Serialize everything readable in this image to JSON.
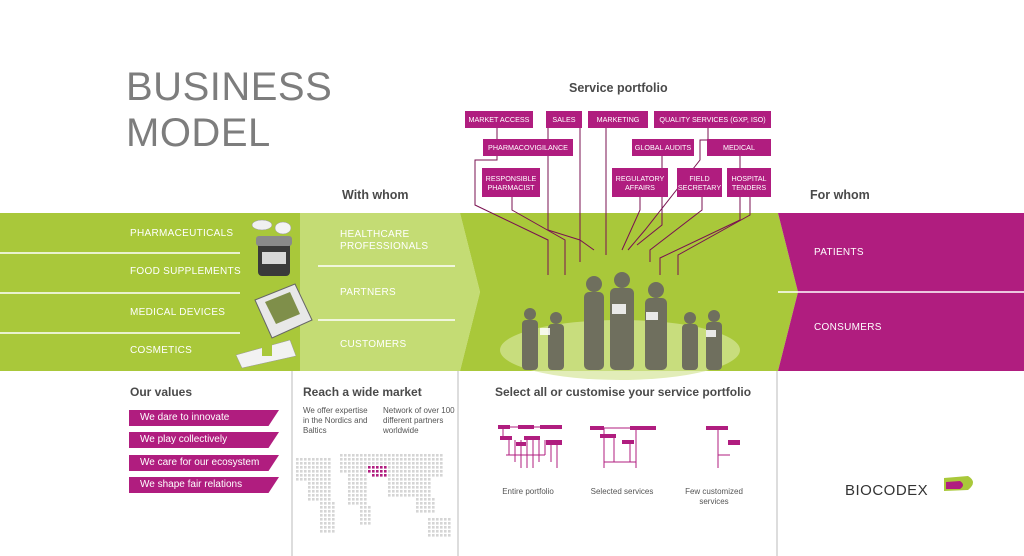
{
  "title": {
    "line1": "BUSINESS",
    "line2": "MODEL"
  },
  "headings": {
    "service_portfolio": "Service portfolio",
    "with_whom": "With whom",
    "for_whom": "For whom"
  },
  "services": {
    "market_access": "MARKET ACCESS",
    "sales": "SALES",
    "marketing": "MARKETING",
    "quality": "QUALITY SERVICES (GXP, ISO)",
    "pharmacovigilance": "PHARMACOVIGILANCE",
    "global_audits": "GLOBAL AUDITS",
    "medical": "MEDICAL",
    "responsible_pharmacist": "RESPONSIBLE PHARMACIST",
    "regulatory_affairs": "REGULATORY AFFAIRS",
    "field_secretary": "FIELD SECRETARY",
    "hospital_tenders": "HOSPITAL TENDERS"
  },
  "products": [
    "PHARMACEUTICALS",
    "FOOD SUPPLEMENTS",
    "MEDICAL DEVICES",
    "COSMETICS"
  ],
  "with_whom": {
    "healthcare": "HEALTHCARE PROFESSIONALS",
    "partners": "PARTNERS",
    "customers": "CUSTOMERS"
  },
  "for_whom": {
    "patients": "PATIENTS",
    "consumers": "CONSUMERS"
  },
  "values": {
    "heading": "Our values",
    "items": [
      "We dare to innovate",
      "We play collectively",
      "We care for our ecosystem",
      "We shape fair relations"
    ]
  },
  "market": {
    "heading": "Reach a wide market",
    "col1": "We offer expertise in the Nordics and Baltics",
    "col2": "Network of over 100 different partners worldwide"
  },
  "portfolio": {
    "heading": "Select all or customise your service portfolio",
    "entire": "Entire portfolio",
    "selected": "Selected services",
    "few": "Few customized services"
  },
  "brand": {
    "name": "BIOCODEX"
  },
  "colors": {
    "green": "#a9c83a",
    "light_green": "#c4dc74",
    "magenta": "#b01d7f",
    "grey_text": "#4a4a4a"
  }
}
